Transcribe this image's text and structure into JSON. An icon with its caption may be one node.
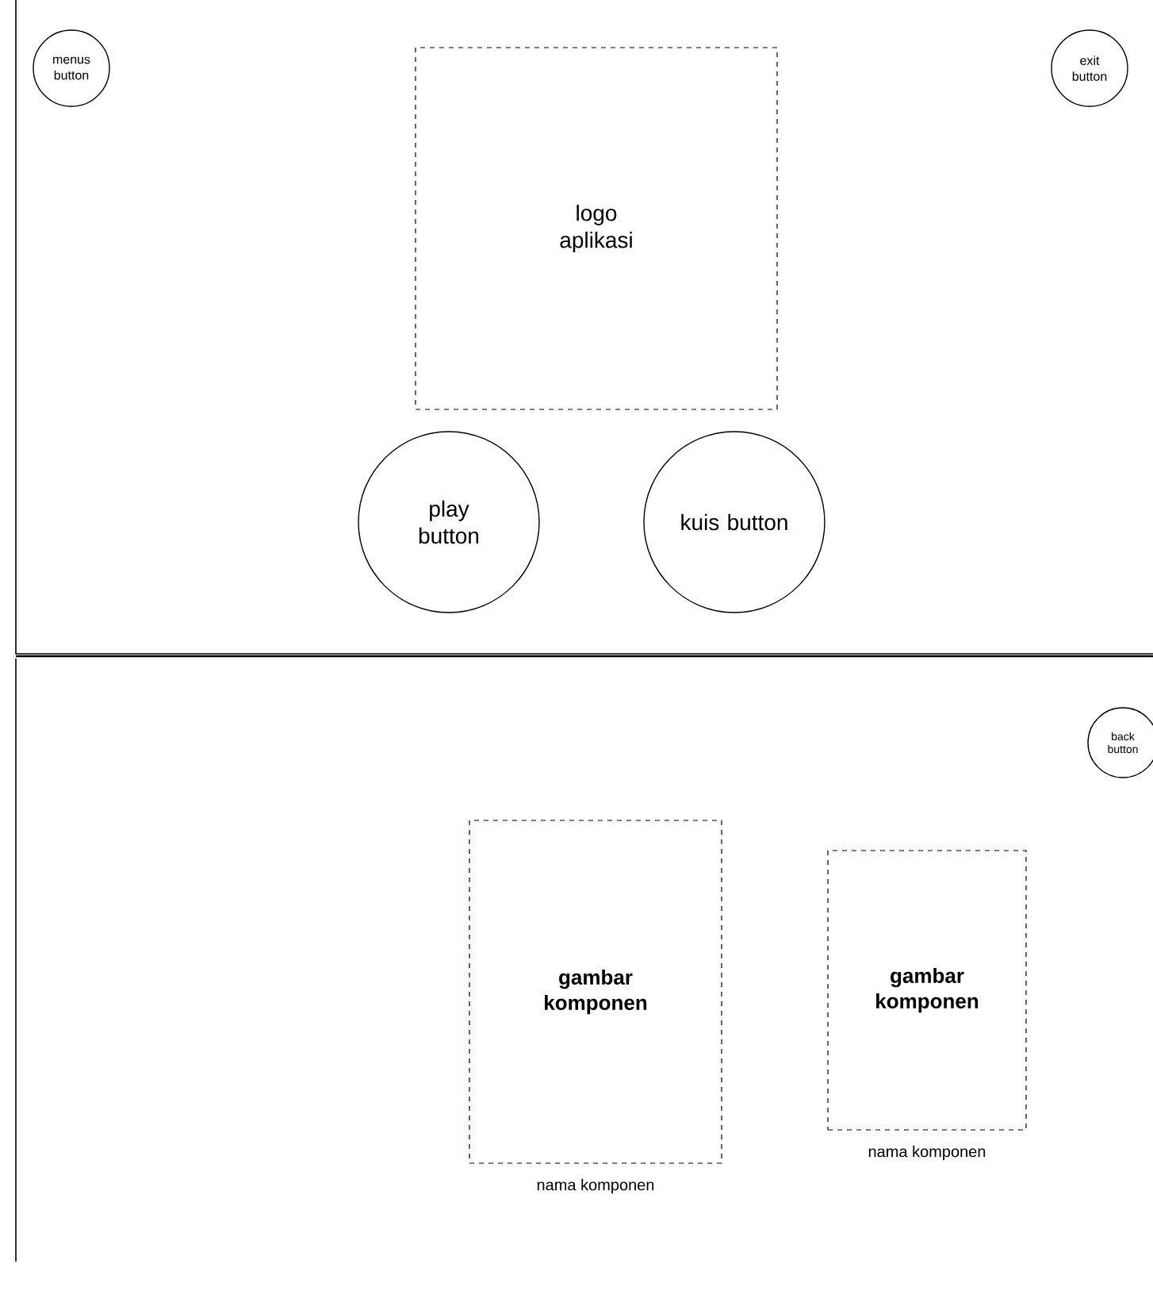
{
  "diagram": {
    "nodes": [
      {
        "text": [
          "menus button"
        ]
      },
      {
        "text": [
          "exit button"
        ]
      },
      {
        "text": [
          "logo aplikasi"
        ]
      },
      {
        "text": [
          "play button"
        ]
      },
      {
        "text": [
          "kuis button"
        ]
      },
      {
        "text": [
          "back button"
        ]
      },
      {
        "text": [
          "gambar komponen"
        ],
        "beside": [
          "nama komponen"
        ]
      },
      {
        "text": [
          "gambar komponen"
        ],
        "beside": [
          "nama komponen"
        ]
      }
    ]
  }
}
